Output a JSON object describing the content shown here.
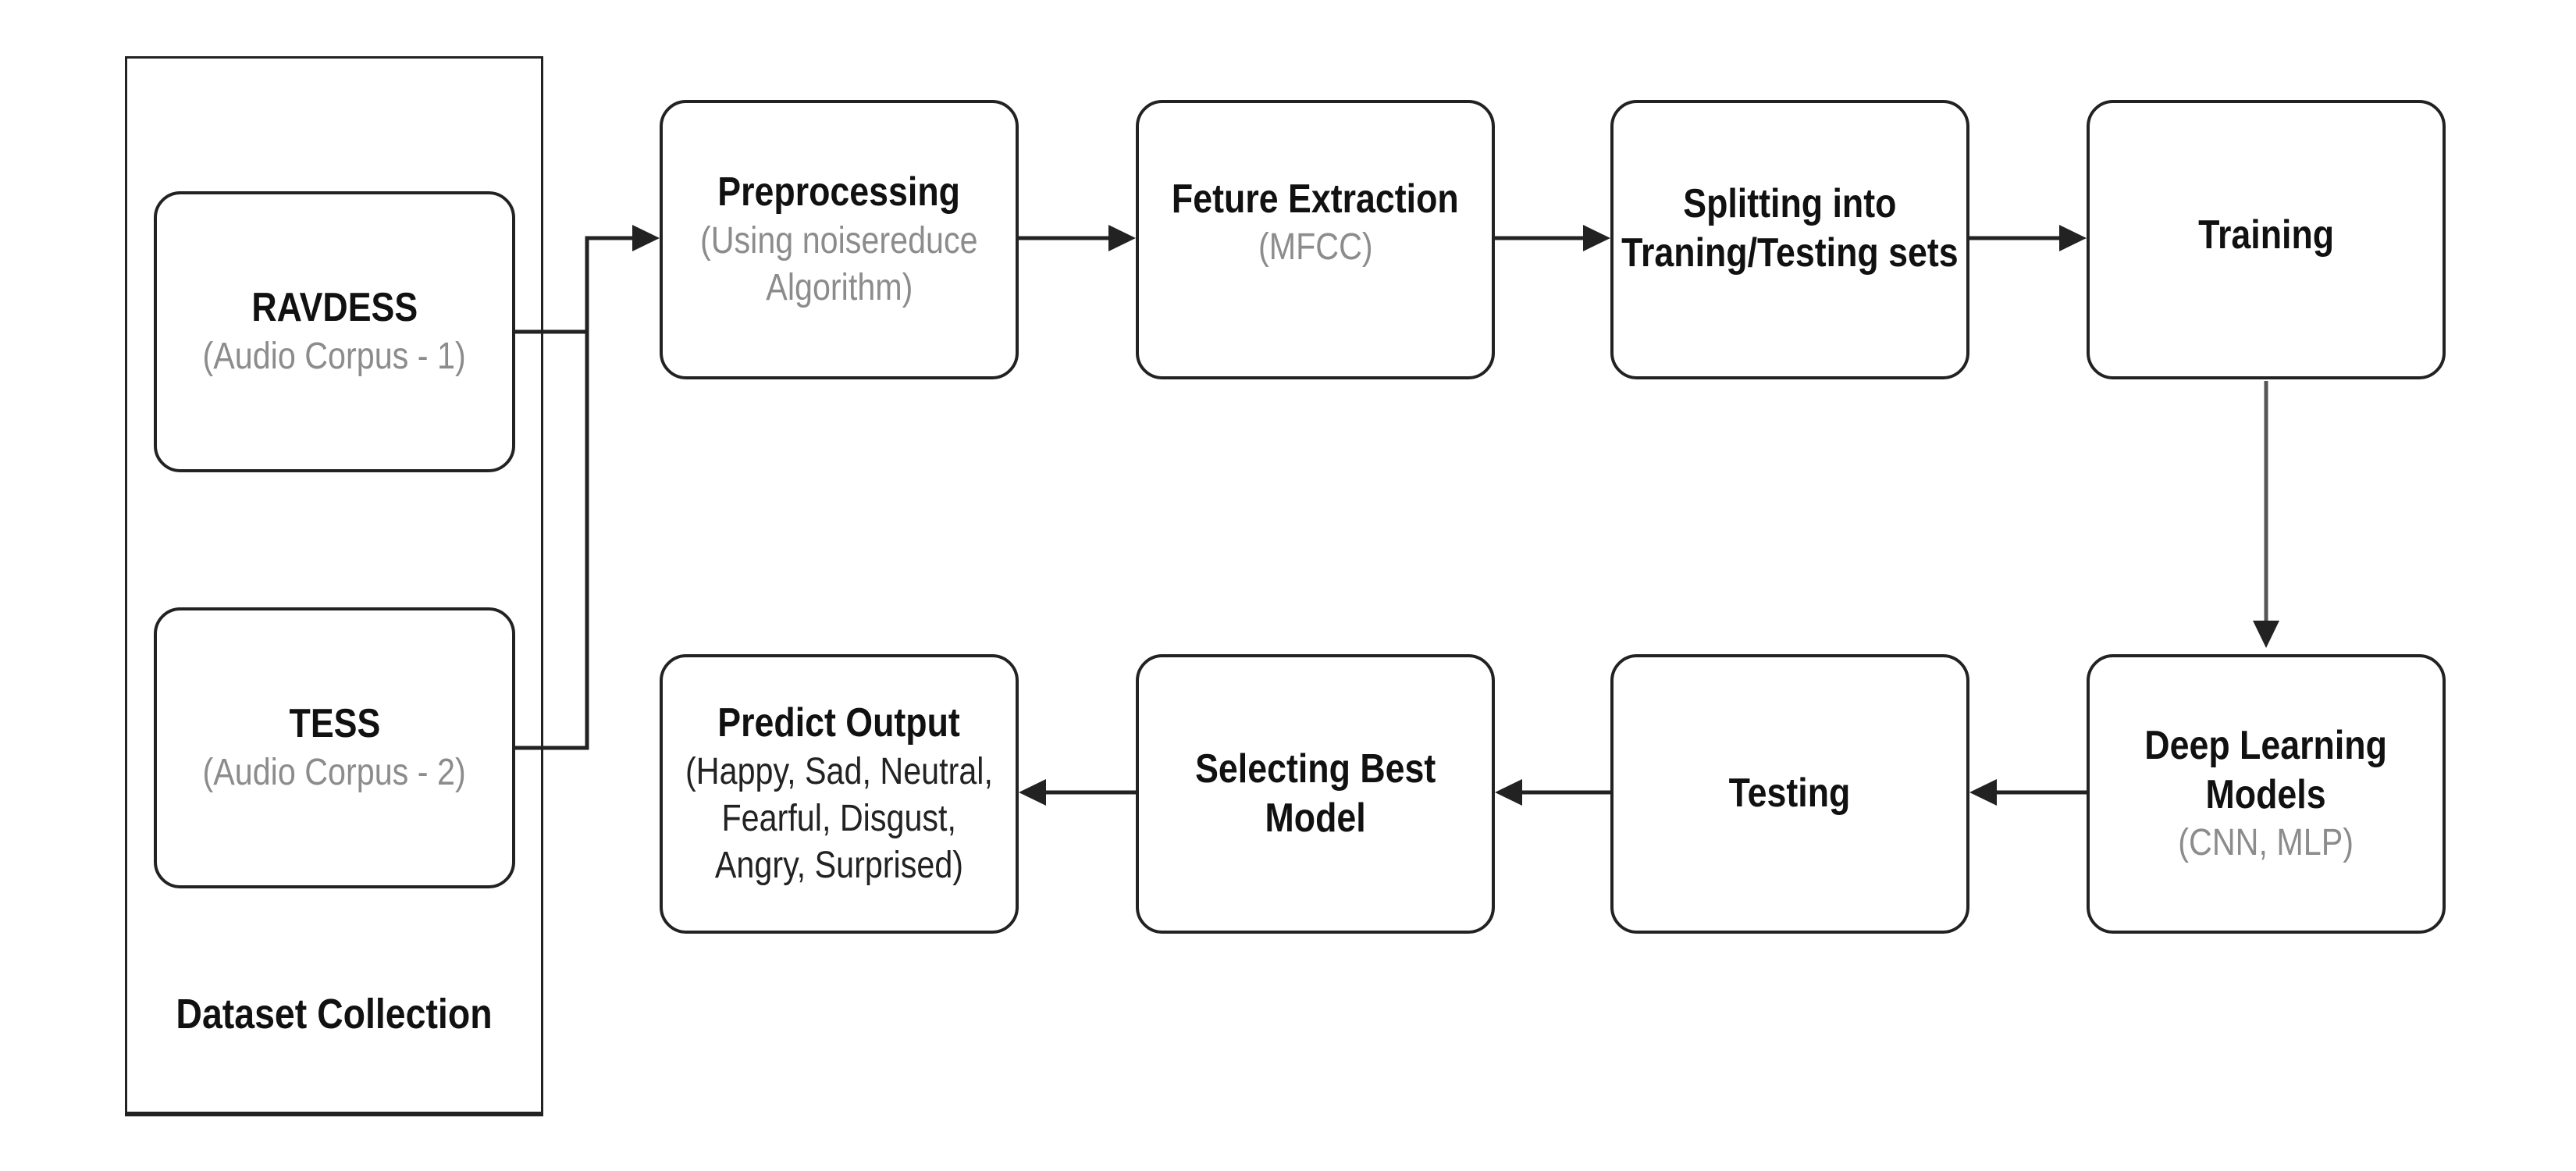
{
  "dataset_panel": {
    "label": "Dataset Collection",
    "sources": [
      {
        "name": "RAVDESS",
        "detail": "(Audio Corpus - 1)"
      },
      {
        "name": "TESS",
        "detail": "(Audio Corpus - 2)"
      }
    ]
  },
  "pipeline": {
    "preprocessing": {
      "title": "Preprocessing",
      "detail_1": "(Using noisereduce",
      "detail_2": "Algorithm)"
    },
    "feature_extraction": {
      "title": "Feture Extraction",
      "detail": "(MFCC)"
    },
    "splitting": {
      "title_1": "Splitting into",
      "title_2": "Traning/Testing sets"
    },
    "training": {
      "title": "Training"
    },
    "deep_learning": {
      "title_1": "Deep Learning",
      "title_2": "Models",
      "detail": "(CNN, MLP)"
    },
    "testing": {
      "title": "Testing"
    },
    "selecting": {
      "title_1": "Selecting Best",
      "title_2": "Model"
    },
    "predict": {
      "title": "Predict Output",
      "detail_1": "(Happy, Sad, Neutral,",
      "detail_2": "Fearful, Disgust,",
      "detail_3": "Angry, Surprised)"
    }
  },
  "colors": {
    "stroke": "#222222",
    "muted_text": "#8c8c8c",
    "connector": "#555555"
  }
}
